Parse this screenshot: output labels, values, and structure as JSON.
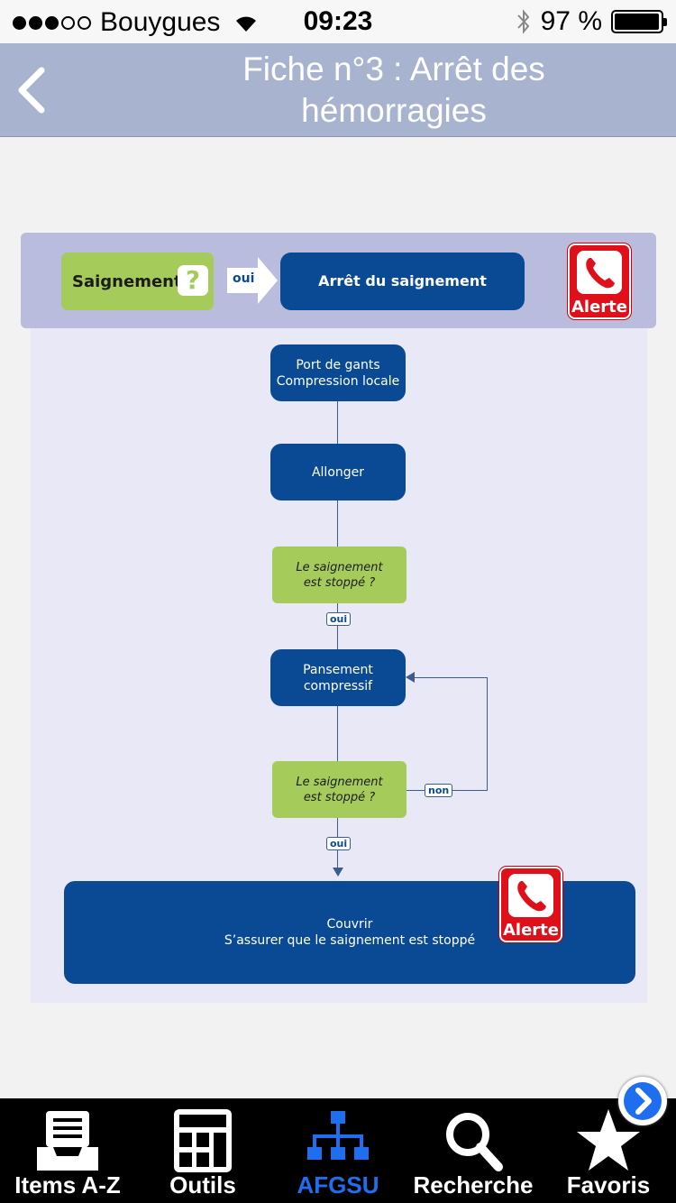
{
  "status": {
    "carrier": "Bouygues",
    "time": "09:23",
    "battery": "97 %",
    "battery_level": 0.97
  },
  "nav": {
    "title_line1": "Fiche n°3 : Arrêt des",
    "title_line2": "hémorragies"
  },
  "flow": {
    "start_label": "Saignement",
    "start_icon": "?",
    "oui_1": "oui",
    "header_box": "Arrêt du saignement",
    "alert_label": "Alerte",
    "step1_line1": "Port de gants",
    "step1_line2": "Compression locale",
    "step2": "Allonger",
    "check1_line1": "Le saignement",
    "check1_line2": "est stoppé ?",
    "oui_2": "oui",
    "step3_line1": "Pansement",
    "step3_line2": "compressif",
    "check2_line1": "Le saignement",
    "check2_line2": "est stoppé ?",
    "non": "non",
    "oui_3": "oui",
    "final_line1": "Couvrir",
    "final_line2": "S’assurer que le saignement est stoppé"
  },
  "tabs": [
    {
      "label": "Items A-Z",
      "icon": "inbox-tray-icon"
    },
    {
      "label": "Outils",
      "icon": "calculator-icon"
    },
    {
      "label": "AFGSU",
      "icon": "hierarchy-icon",
      "active": true
    },
    {
      "label": "Recherche",
      "icon": "search-icon"
    },
    {
      "label": "Favoris",
      "icon": "star-icon"
    }
  ],
  "colors": {
    "nav_bg": "#a8b4cf",
    "flow_blue": "#0a4a94",
    "flow_green": "#a5cc5a",
    "alert_red": "#e0101a",
    "active_tab": "#1e6ff0"
  }
}
